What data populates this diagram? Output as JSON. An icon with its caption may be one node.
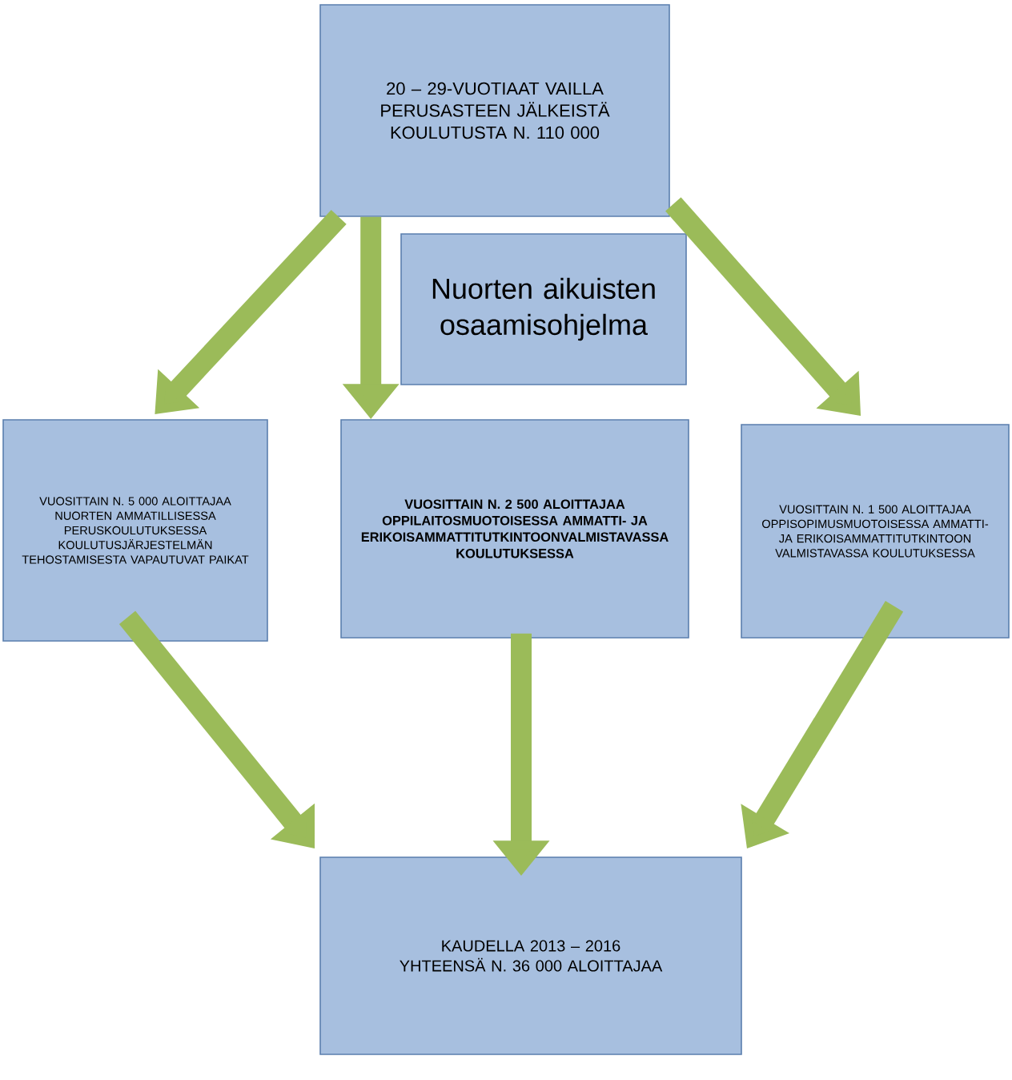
{
  "diagram": {
    "nodes": [
      {
        "text": [
          "20 – 29-VUOTIAAT VAILLA PERUSASTEEN JÄLKEISTÄ KOULUTUSTA N. 110 000"
        ]
      },
      {
        "text": [
          "Nuorten aikuisten osaamisohjelma"
        ]
      },
      {
        "text": [
          "VUOSITTAIN N. 5 000 ALOITTAJAA NUORTEN AMMATILLISESSA PERUSKOULUTUKSESSA KOULUTUSJÄRJESTELMÄN TEHOSTAMISESTA VAPAUTUVAT PAIKAT"
        ]
      },
      {
        "text": [
          "VUOSITTAIN N. 2 500 ALOITTAJAA OPPILAITOSMUOTOISESSA AMMATTI- JA ERIKOISAMMATTITUTKINTOONVALMISTAVASSA KOULUTUKSESSA"
        ]
      },
      {
        "text": [
          "VUOSITTAIN N. 1 500 ALOITTAJAA OPPISOPIMUSMUOTOISESSA AMMATTI- JA ERIKOISAMMATTITUTKINTOON VALMISTAVASSA KOULUTUKSESSA"
        ]
      },
      {
        "text": [
          "KAUDELLA 2013 – 2016 YHTEENSÄ N. 36 000 ALOITTAJAA"
        ]
      }
    ],
    "edges": [
      {
        "from": 0,
        "to": 2,
        "arrow": "to"
      },
      {
        "from": 0,
        "to": 3,
        "arrow": "to"
      },
      {
        "from": 0,
        "to": 4,
        "arrow": "to"
      },
      {
        "from": 2,
        "to": 5,
        "arrow": "to"
      },
      {
        "from": 3,
        "to": 5,
        "arrow": "to"
      },
      {
        "from": 4,
        "to": 5,
        "arrow": "to"
      }
    ]
  }
}
